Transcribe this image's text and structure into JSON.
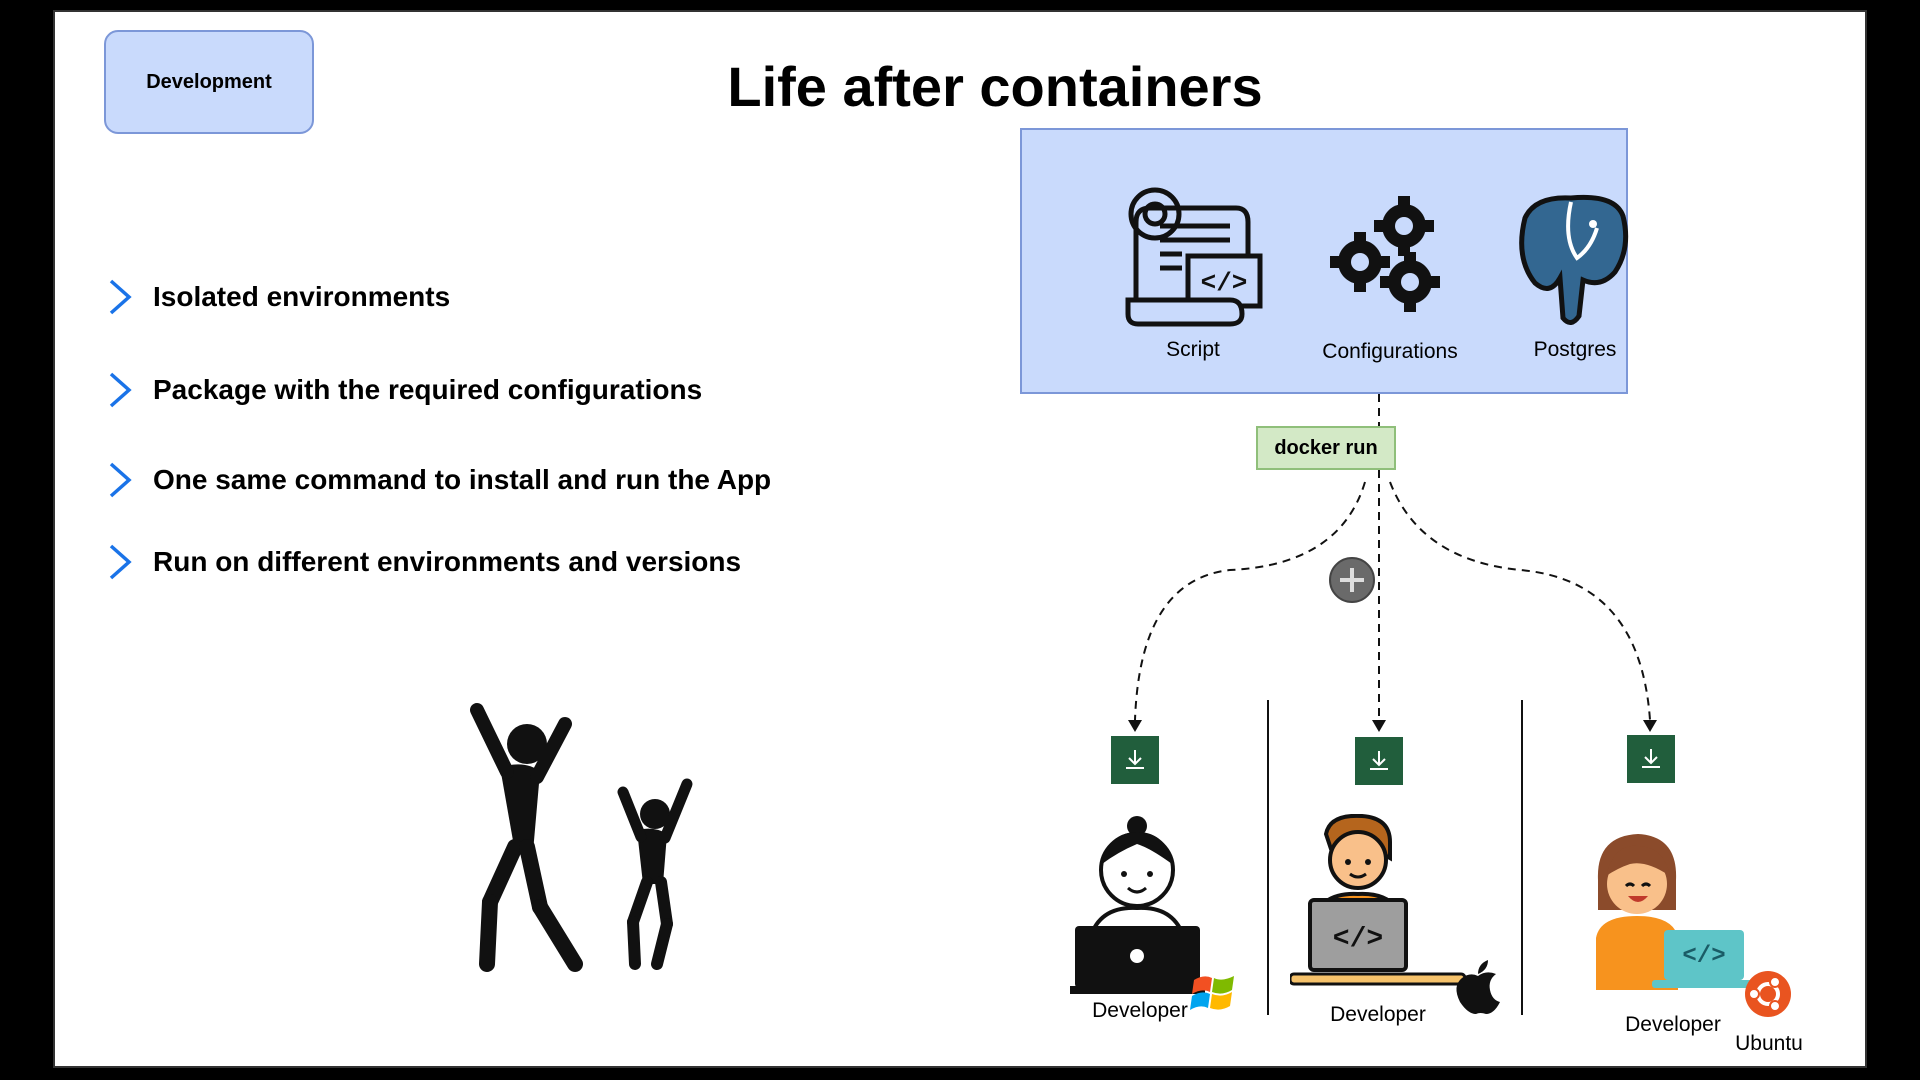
{
  "badge": {
    "label": "Development"
  },
  "title": "Life after containers",
  "bullets": [
    {
      "text": "Isolated environments"
    },
    {
      "text": "Package with the required configurations"
    },
    {
      "text": "One same command to install and run the App"
    },
    {
      "text": "Run on different environments and versions"
    }
  ],
  "panel": {
    "items": [
      {
        "label": "Script",
        "icon": "script-icon"
      },
      {
        "label": "Configurations",
        "icon": "gears-icon"
      },
      {
        "label": "Postgres",
        "icon": "postgres-elephant-icon"
      }
    ]
  },
  "command": "docker run",
  "developers": [
    {
      "label": "Developer",
      "os": "windows-logo-icon"
    },
    {
      "label": "Developer",
      "os": "apple-logo-icon"
    },
    {
      "label": "Developer",
      "os": "ubuntu-logo-icon",
      "os_label": "Ubuntu"
    }
  ],
  "colors": {
    "accent_blue": "#c9dafc",
    "panel_border": "#7c97d8",
    "docker_green": "#d3e9c6",
    "download_green": "#215e3c",
    "chevron_blue": "#1a73e8"
  }
}
